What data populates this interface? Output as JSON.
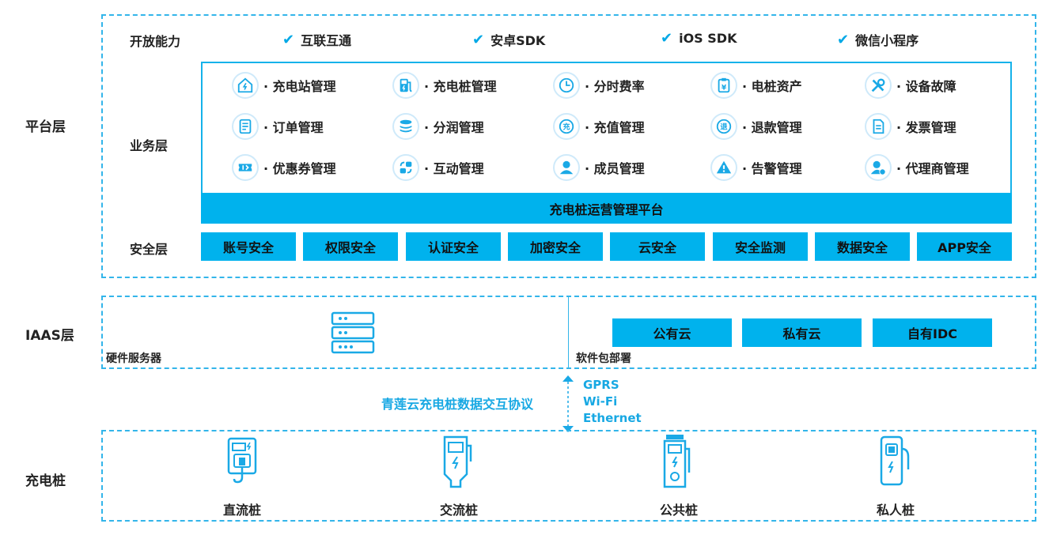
{
  "layers": {
    "platform": "平台层",
    "iaas": "IAAS层",
    "charger": "充电桩"
  },
  "open": {
    "label": "开放能力",
    "items": [
      "互联互通",
      "安卓SDK",
      "iOS SDK",
      "微信小程序"
    ]
  },
  "business": {
    "label": "业务层",
    "rows": [
      [
        {
          "label": "· 充电站管理",
          "icon": "station-home-icon"
        },
        {
          "label": "· 充电桩管理",
          "icon": "fuel-pump-icon"
        },
        {
          "label": "· 分时费率",
          "icon": "clock-icon"
        },
        {
          "label": "· 电桩资产",
          "icon": "asset-clipboard-icon"
        },
        {
          "label": "· 设备故障",
          "icon": "wrench-icon"
        }
      ],
      [
        {
          "label": "· 订单管理",
          "icon": "order-list-icon"
        },
        {
          "label": "· 分润管理",
          "icon": "database-stack-icon"
        },
        {
          "label": "· 充值管理",
          "icon": "recharge-icon"
        },
        {
          "label": "· 退款管理",
          "icon": "refund-icon"
        },
        {
          "label": "· 发票管理",
          "icon": "invoice-icon"
        }
      ],
      [
        {
          "label": "· 优惠券管理",
          "icon": "coupon-icon"
        },
        {
          "label": "· 互动管理",
          "icon": "interaction-icon"
        },
        {
          "label": "· 成员管理",
          "icon": "member-icon"
        },
        {
          "label": "· 告警管理",
          "icon": "warning-icon"
        },
        {
          "label": "· 代理商管理",
          "icon": "agent-icon"
        }
      ]
    ],
    "icon_glyphs": {
      "recharge": "充",
      "refund": "退",
      "yen": "¥"
    }
  },
  "platform_bar": "充电桩运营管理平台",
  "security": {
    "label": "安全层",
    "items": [
      "账号安全",
      "权限安全",
      "认证安全",
      "加密安全",
      "云安全",
      "安全监测",
      "数据安全",
      "APP安全"
    ]
  },
  "iaas": {
    "hardware_label": "硬件服务器",
    "software_label": "软件包部署",
    "clouds": [
      "公有云",
      "私有云",
      "自有IDC"
    ]
  },
  "protocol": {
    "name": "青莲云充电桩数据交互协议",
    "networks": [
      "GPRS",
      "Wi-Fi",
      "Ethernet"
    ]
  },
  "piles": [
    "直流桩",
    "交流桩",
    "公共桩",
    "私人桩"
  ],
  "colors": {
    "accent": "#00b2ed",
    "dashed_border": "#33b5ea",
    "icon_blue": "#1aa9e6"
  }
}
